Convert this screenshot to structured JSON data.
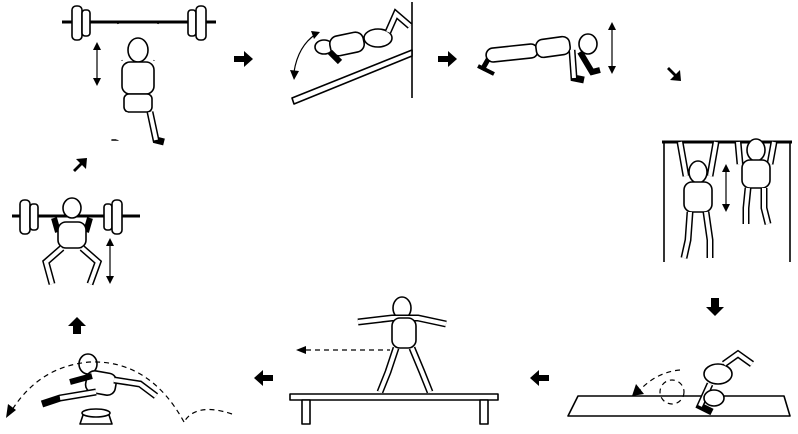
{
  "diagram": {
    "stations": [
      {
        "id": "overhead-press",
        "icon": "barbell-overhead-press-figure"
      },
      {
        "id": "incline-situp",
        "icon": "incline-bench-situp-figure"
      },
      {
        "id": "pushup",
        "icon": "pushup-figure"
      },
      {
        "id": "pullup",
        "icon": "pullup-bar-figures"
      },
      {
        "id": "ab-roll",
        "icon": "mat-backward-roll-figure"
      },
      {
        "id": "balance-beam",
        "icon": "balance-beam-walk-figure"
      },
      {
        "id": "hurdle-jump",
        "icon": "jump-over-obstacle-figure"
      },
      {
        "id": "back-squat",
        "icon": "barbell-squat-figure"
      }
    ],
    "flow": "clockwise",
    "colors": {
      "ink": "#000000",
      "background": "#ffffff"
    }
  }
}
